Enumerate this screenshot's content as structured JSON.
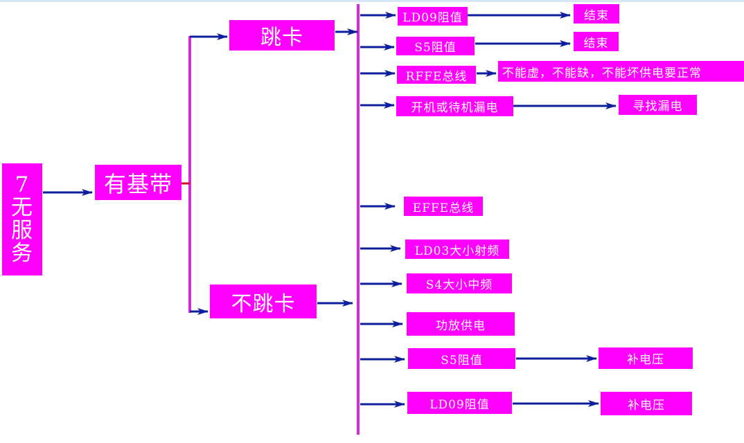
{
  "colors": {
    "box": "#ff00ff",
    "text": "#ffffff",
    "arrow": "#0d1f9c",
    "trunk": "#d42ad8"
  },
  "nodes": {
    "root": {
      "line1": "7",
      "line2": "无",
      "line3": "服",
      "line4": "务"
    },
    "baseband": "有基带",
    "jump": "跳卡",
    "nojump": "不跳卡",
    "ldo9_res_a": "LD09阻值",
    "s5_res_a": "S5阻值",
    "rffe_bus": "RFFE总线",
    "leak": "开机或待机漏电",
    "end_1": "结束",
    "end_2": "结束",
    "rffe_note": "不能虚，不能缺，不能坏供电要正常",
    "find_leak": "寻找漏电",
    "effe_bus": "EFFE总线",
    "ldo3": "LD03大小射频",
    "s4": "S4大小中频",
    "pa_power": "功放供电",
    "s5_res_b": "S5阻值",
    "ldo9_res_b": "LD09阻值",
    "boost_1": "补电压",
    "boost_2": "补电压"
  }
}
